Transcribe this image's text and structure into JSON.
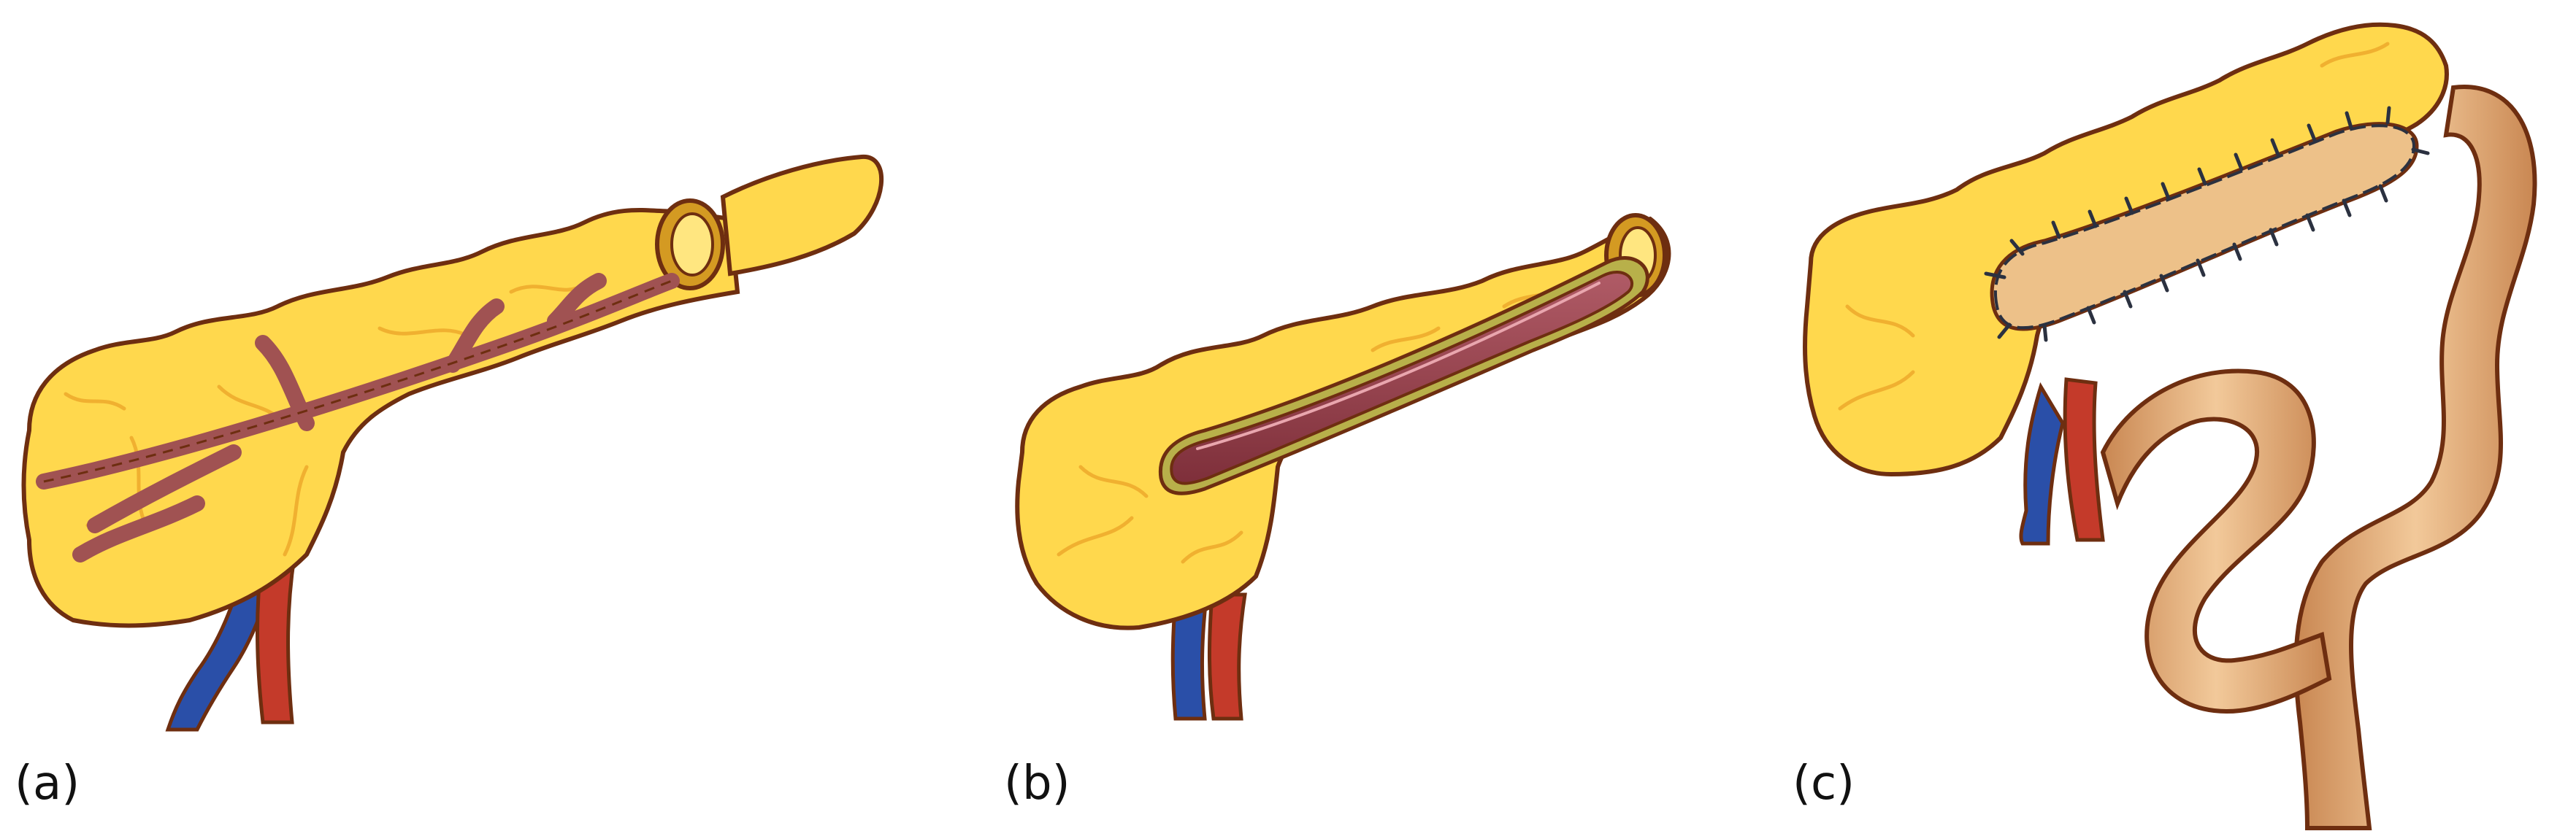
{
  "figure": {
    "panels": [
      {
        "id": "a",
        "label": "(a)"
      },
      {
        "id": "b",
        "label": "(b)"
      },
      {
        "id": "c",
        "label": "(c)"
      }
    ]
  },
  "colors": {
    "pancreas_fill": "#FFD84D",
    "pancreas_light": "#FFE680",
    "outline": "#6E2E10",
    "lobule_lines": "#F0B030",
    "duct": "#A05252",
    "duct_lumen": "#8E3A46",
    "duct_rim": "#B8B04A",
    "vein": "#2A4FA8",
    "artery": "#C43A2A",
    "bowel": "#DDA06E",
    "bowel_light": "#F2C99A",
    "suture": "#2B3140",
    "cut_ring": "#D49A22"
  }
}
